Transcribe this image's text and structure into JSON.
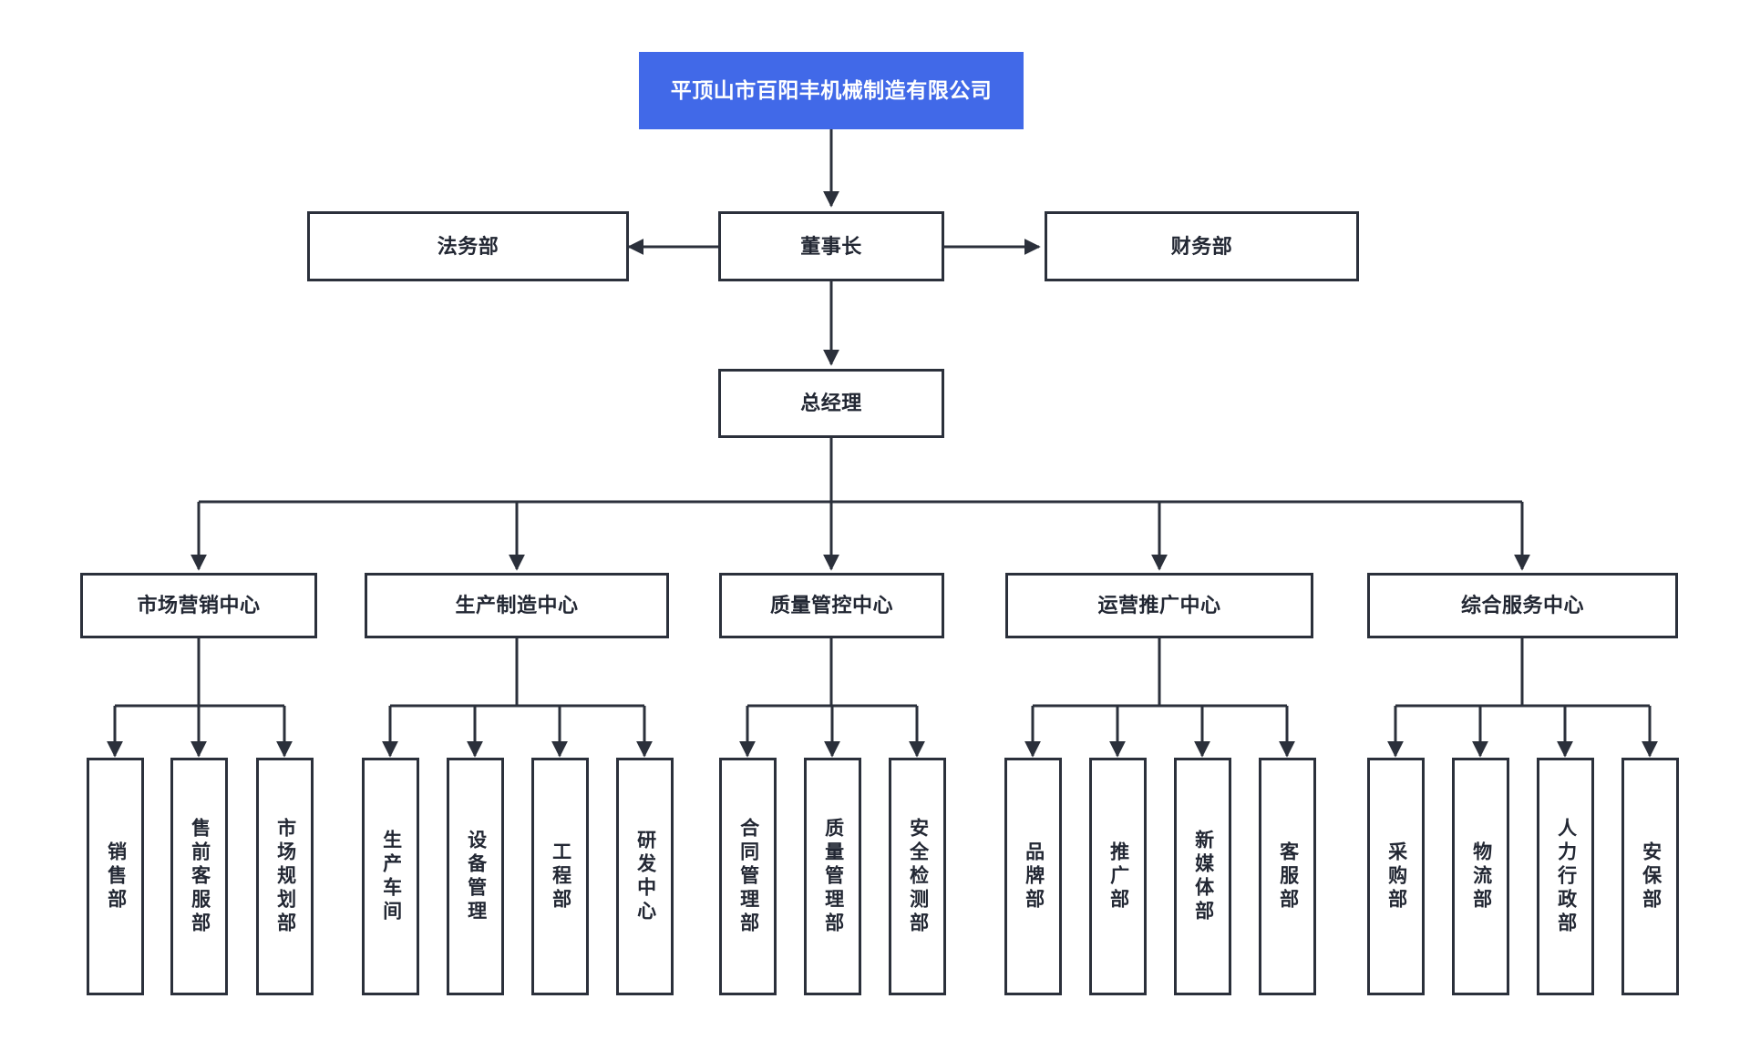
{
  "diagram": {
    "kind": "organization-chart",
    "title": "平顶山市百阳丰机械制造有限公司",
    "colors": {
      "root_fill": "#4169e8",
      "root_text": "#ffffff",
      "node_border": "#2b303b",
      "node_fill": "#ffffff",
      "node_text": "#222733",
      "connector": "#2b303b",
      "background": "#ffffff"
    }
  },
  "root": {
    "label": "平顶山市百阳丰机械制造有限公司"
  },
  "executives": {
    "chairman": {
      "label": "董事长"
    },
    "general_manager": {
      "label": "总经理"
    }
  },
  "staff_units": [
    {
      "label": "法务部",
      "side": "left"
    },
    {
      "label": "财务部",
      "side": "right"
    }
  ],
  "centers": [
    {
      "label": "市场营销中心",
      "departments": [
        {
          "label": "销售部"
        },
        {
          "label": "售前客服部"
        },
        {
          "label": "市场规划部"
        }
      ]
    },
    {
      "label": "生产制造中心",
      "departments": [
        {
          "label": "生产车间"
        },
        {
          "label": "设备管理"
        },
        {
          "label": "工程部"
        },
        {
          "label": "研发中心"
        }
      ]
    },
    {
      "label": "质量管控中心",
      "departments": [
        {
          "label": "合同管理部"
        },
        {
          "label": "质量管理部"
        },
        {
          "label": "安全检测部"
        }
      ]
    },
    {
      "label": "运营推广中心",
      "departments": [
        {
          "label": "品牌部"
        },
        {
          "label": "推广部"
        },
        {
          "label": "新媒体部"
        },
        {
          "label": "客服部"
        }
      ]
    },
    {
      "label": "综合服务中心",
      "departments": [
        {
          "label": "采购部"
        },
        {
          "label": "物流部"
        },
        {
          "label": "人力行政部"
        },
        {
          "label": "安保部"
        }
      ]
    }
  ]
}
